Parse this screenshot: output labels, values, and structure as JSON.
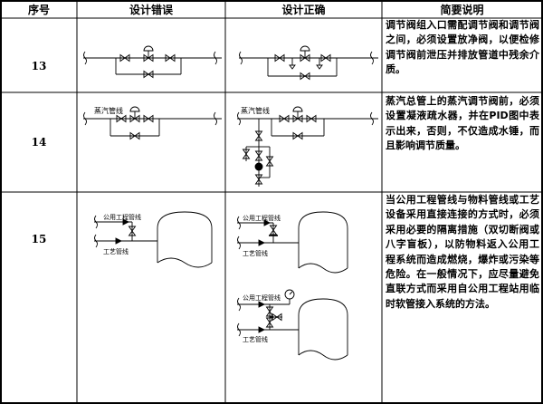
{
  "header": {
    "seq": "序号",
    "wrong": "设计错误",
    "correct": "设计正确",
    "desc": "简要说明"
  },
  "rows": [
    {
      "seq": "13",
      "desc": "调节阀组入口需配调节阀和调节阀之间，必须设置放净阀，以便检修调节阀前泄压并排放管道中残余介质。"
    },
    {
      "seq": "14",
      "desc": "蒸汽总管上的蒸汽调节阀前，必须设置凝液疏水器，并在PID图中表示出来，否则，不仅造成水锤，而且影响调节质量。",
      "diagram_label": "蒸汽管线"
    },
    {
      "seq": "15",
      "desc": "当公用工程管线与物料管线或工艺设备采用直接连接的方式时，必须采用必要的隔离措施（双切断阀或八字盲板），以防物料返入公用工程系统而造成燃烧，爆炸或污染等危险。在一般情况下，应尽量避免直联方式而采用自公用工程站用临时软管接入系统的方法。",
      "diagram_labels": [
        "公用工程管线",
        "工艺管线"
      ]
    }
  ]
}
